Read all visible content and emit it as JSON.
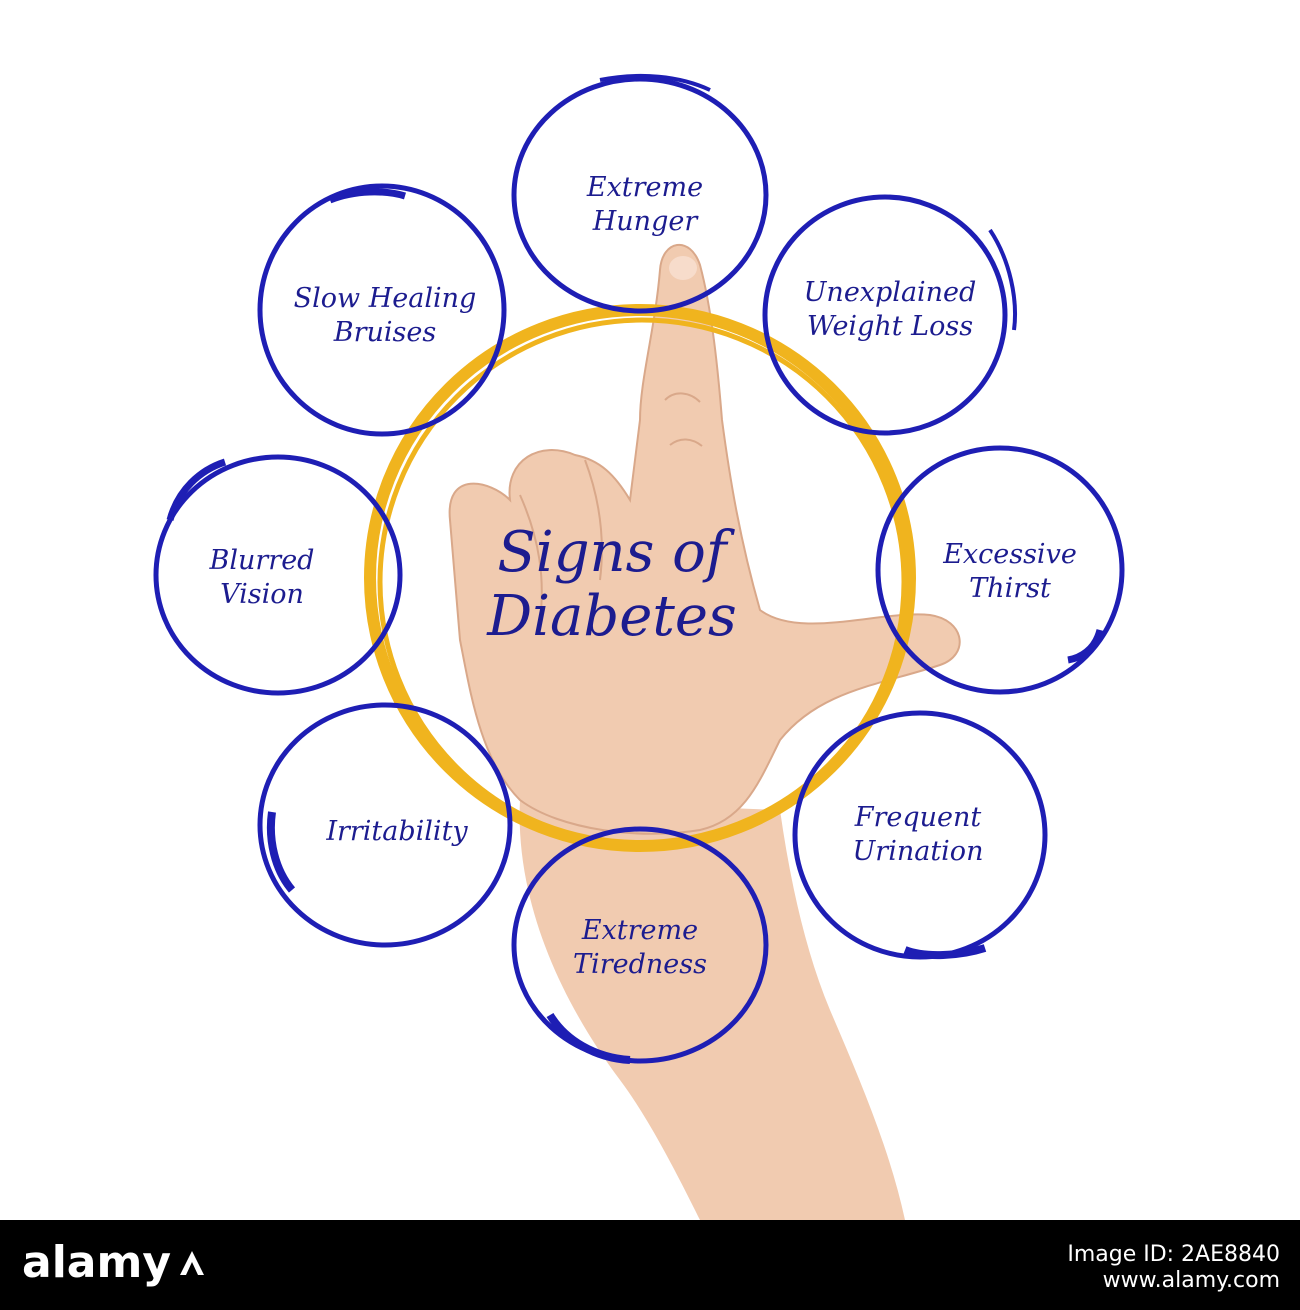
{
  "diagram": {
    "title": "Signs of\nDiabetes",
    "colors": {
      "ring": "#1e1eb4",
      "center_ring": "#f0b41e",
      "text": "#1c1c8f",
      "skin": "#f1cbb0"
    },
    "signs": [
      {
        "id": "extreme-hunger",
        "label": "Extreme\nHunger"
      },
      {
        "id": "unexplained-weight-loss",
        "label": "Unexplained\nWeight Loss"
      },
      {
        "id": "excessive-thirst",
        "label": "Excessive\nThirst"
      },
      {
        "id": "frequent-urination",
        "label": "Frequent\nUrination"
      },
      {
        "id": "extreme-tiredness",
        "label": "Extreme\nTiredness"
      },
      {
        "id": "irritability",
        "label": "Irritability"
      },
      {
        "id": "blurred-vision",
        "label": "Blurred\nVision"
      },
      {
        "id": "slow-healing-bruises",
        "label": "Slow Healing\nBruises"
      }
    ]
  },
  "footer": {
    "brand": "alamy",
    "image_id_label": "Image ID: 2AE8840",
    "site": "www.alamy.com",
    "brand_icon": "alamy-a-icon"
  }
}
